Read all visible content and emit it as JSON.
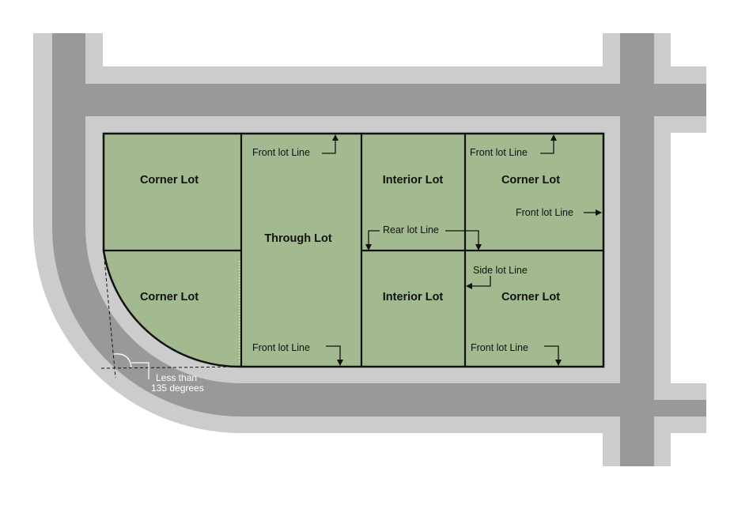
{
  "lots": {
    "corner_top_left": "Corner Lot",
    "corner_bottom_left": "Corner Lot",
    "through": "Through Lot",
    "interior_top": "Interior Lot",
    "interior_bottom": "Interior Lot",
    "corner_top_right": "Corner Lot",
    "corner_bottom_right": "Corner Lot"
  },
  "callouts": {
    "front_through_top": "Front lot Line",
    "front_corner_tr_top": "Front lot Line",
    "front_corner_tr_side": "Front lot Line",
    "rear": "Rear lot Line",
    "side": "Side lot Line",
    "front_through_bottom": "Front lot Line",
    "front_corner_br_bottom": "Front lot Line"
  },
  "angle_note": {
    "line1": "Less than",
    "line2": "135 degrees"
  },
  "colors": {
    "lot_fill": "#a3b98f",
    "road_outer": "#cccccc",
    "road_inner": "#999999",
    "lot_border": "#111111"
  }
}
